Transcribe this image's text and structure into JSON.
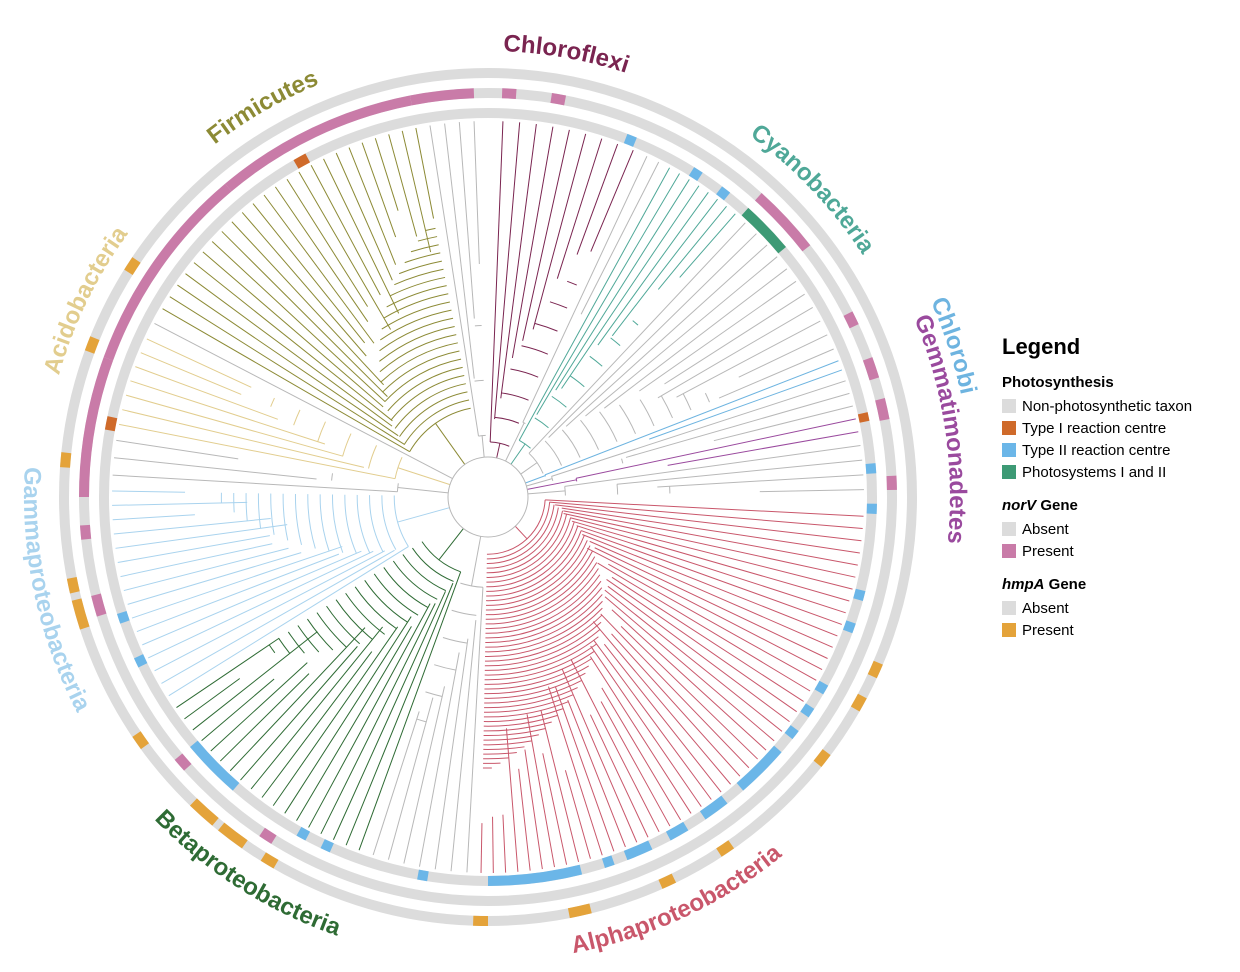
{
  "colors": {
    "grey": "#dcdcdc",
    "branch_default": "#b8b8b8",
    "type1": "#cf6a2a",
    "type2": "#6bb6e8",
    "psI_II": "#3d9a75",
    "norv_present": "#c97ba8",
    "hmpa_present": "#e4a33a"
  },
  "clades": [
    {
      "name": "Chloroflexi",
      "color": "#7a2450"
    },
    {
      "name": "Cyanobacteria",
      "color": "#4fa898"
    },
    {
      "name": "Chlorobi",
      "color": "#6eb4e0"
    },
    {
      "name": "Gemmatimonadetes",
      "color": "#9a4a9e"
    },
    {
      "name": "Alphaproteobacteria",
      "color": "#c9576b"
    },
    {
      "name": "Betaproteobacteria",
      "color": "#2e6b34"
    },
    {
      "name": "Gammaproteobacteria",
      "color": "#a9d3ee"
    },
    {
      "name": "Acidobacteria",
      "color": "#e2cd8e"
    },
    {
      "name": "Firmicutes",
      "color": "#8c8a35"
    }
  ],
  "legend": {
    "title": "Legend",
    "groups": [
      {
        "title": "Photosynthesis",
        "items": [
          {
            "label": "Non-photosynthetic taxon",
            "color": "#dcdcdc"
          },
          {
            "label": "Type I reaction centre",
            "color": "#cf6a2a"
          },
          {
            "label": "Type II reaction centre",
            "color": "#6bb6e8"
          },
          {
            "label": "Photosystems I and II",
            "color": "#3d9a75"
          }
        ]
      },
      {
        "title_italic": "norV",
        "title_suffix": " Gene",
        "items": [
          {
            "label": "Absent",
            "color": "#dcdcdc"
          },
          {
            "label": "Present",
            "color": "#c97ba8"
          }
        ]
      },
      {
        "title_italic": "hmpA",
        "title_suffix": " Gene",
        "items": [
          {
            "label": "Absent",
            "color": "#dcdcdc"
          },
          {
            "label": "Present",
            "color": "#e4a33a"
          }
        ]
      }
    ]
  }
}
